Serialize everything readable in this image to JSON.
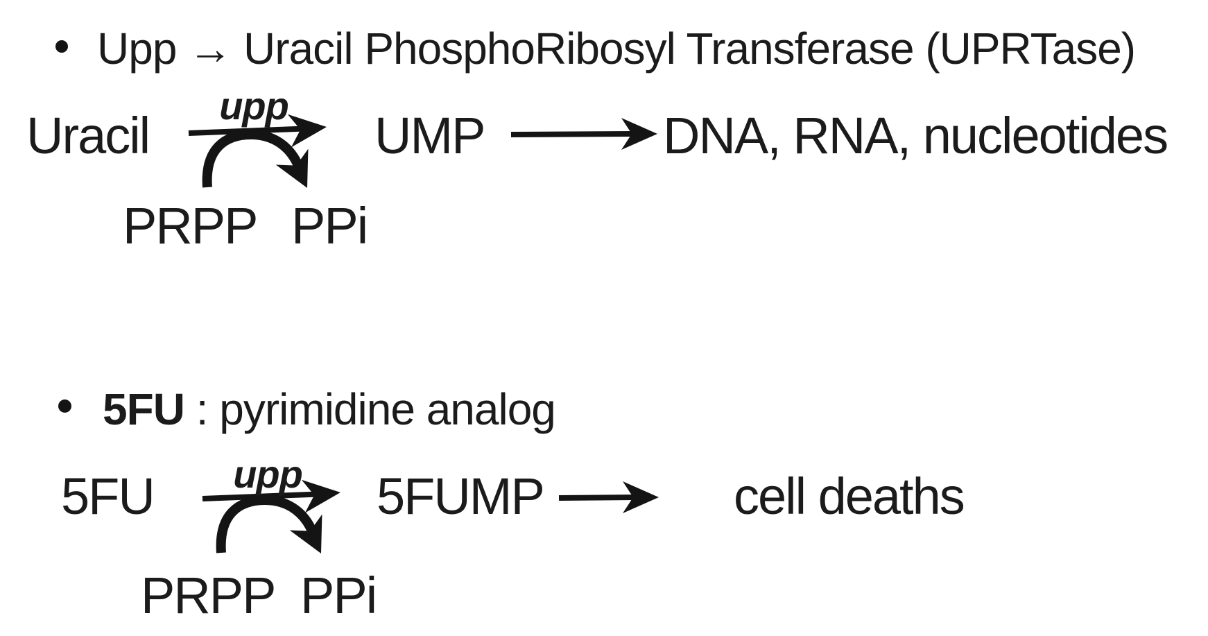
{
  "page": {
    "background_color": "#ffffff",
    "ink_color": "#141414"
  },
  "bullet1": {
    "text": "Upp → Uracil PhosphoRibosyl Transferase (UPRTase)"
  },
  "reaction1": {
    "substrate": "Uracil",
    "enzyme_label": "upp",
    "cofactor_in": "PRPP",
    "cofactor_out": "PPi",
    "product": "UMP",
    "downstream": "DNA, RNA, nucleotides"
  },
  "bullet2": {
    "term": "5FU",
    "rest": " : pyrimidine analog"
  },
  "reaction2": {
    "substrate": "5FU",
    "enzyme_label": "upp",
    "cofactor_in": "PRPP",
    "cofactor_out": "PPi",
    "product": "5FUMP",
    "downstream": "cell deaths"
  }
}
